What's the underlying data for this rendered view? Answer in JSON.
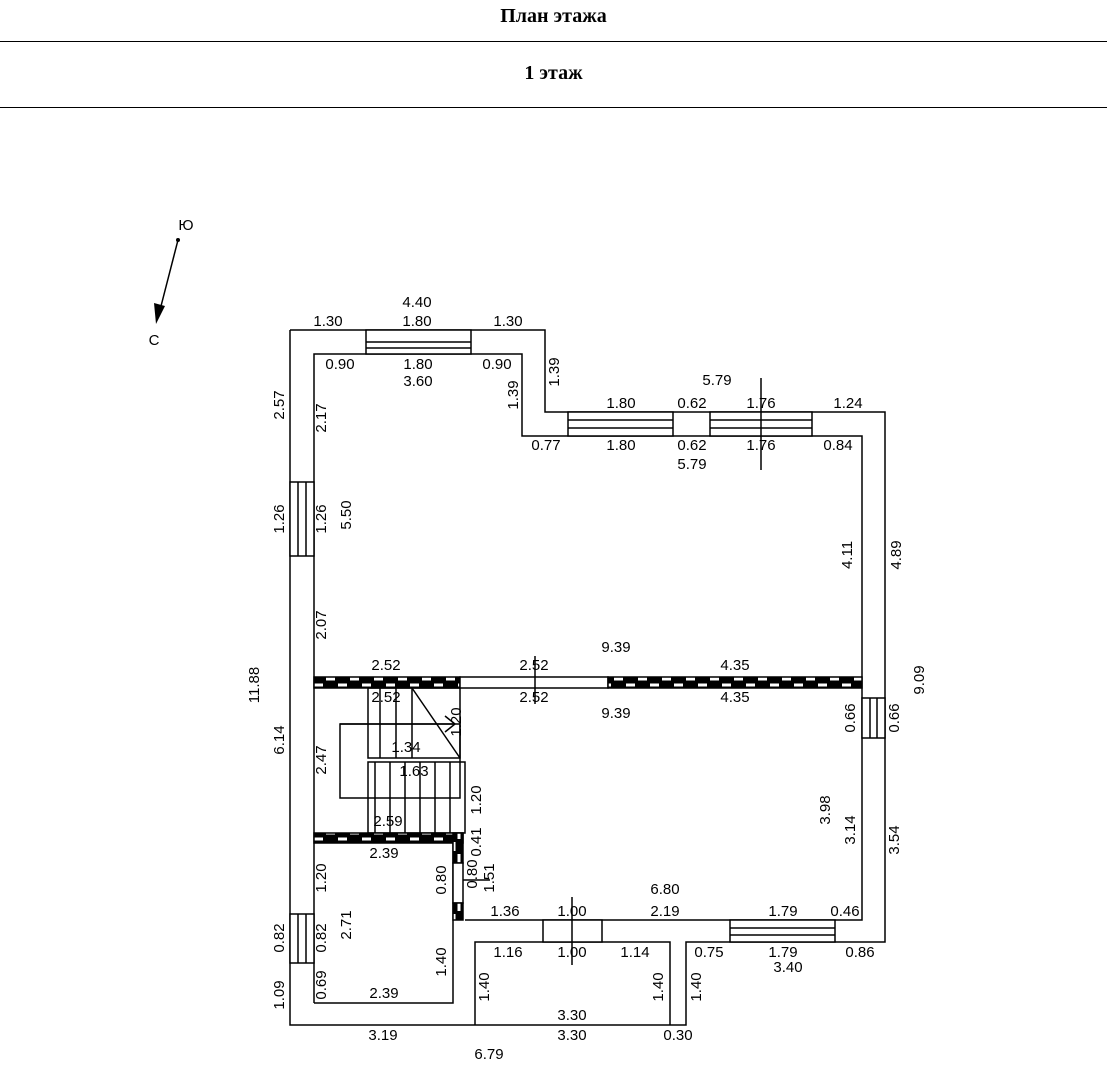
{
  "header": {
    "title": "План этажа",
    "floor": "1 этаж"
  },
  "compass": {
    "south": "Ю",
    "north": "С"
  },
  "labels": [
    "4.40",
    "1.80",
    "1.30",
    "1.30",
    "0.90",
    "1.80",
    "0.90",
    "3.60",
    "1.39",
    "1.39",
    "5.79",
    "1.80",
    "0.62",
    "1.76",
    "1.24",
    "0.77",
    "1.80",
    "0.62",
    "1.76",
    "0.84",
    "5.79",
    "2.57",
    "2.17",
    "1.26",
    "1.26",
    "5.50",
    "4.11",
    "4.89",
    "2.07",
    "11.88",
    "2.52",
    "2.52",
    "9.39",
    "4.35",
    "9.09",
    "2.52",
    "2.52",
    "9.39",
    "4.35",
    "1.20",
    "6.14",
    "2.47",
    "1.34",
    "1.63",
    "0.66",
    "0.66",
    "1.20",
    "3.98",
    "3.14",
    "3.54",
    "2.59",
    "2.39",
    "0.41",
    "0.80",
    "0.80",
    "1.51",
    "1.20",
    "2.71",
    "6.80",
    "1.36",
    "1.00",
    "2.19",
    "1.79",
    "0.46",
    "0.82",
    "0.82",
    "1.16",
    "1.00",
    "1.14",
    "0.75",
    "1.79",
    "0.86",
    "3.40",
    "1.40",
    "1.40",
    "1.40",
    "1.40",
    "0.69",
    "1.09",
    "2.39",
    "3.30",
    "3.19",
    "3.30",
    "0.30",
    "6.79"
  ]
}
